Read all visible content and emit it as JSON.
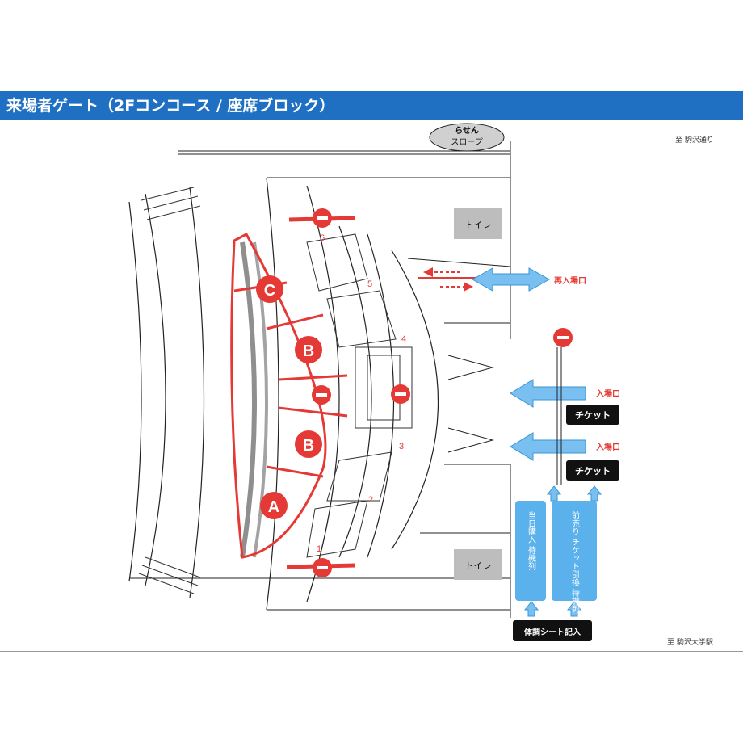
{
  "header": {
    "title": "来場者ゲート（2Fコンコース / 座席ブロック）"
  },
  "directions": {
    "top": "至 駒沢通り",
    "bottom": "至 駒沢大学駅"
  },
  "slope": {
    "line1": "らせん",
    "line2": "スロープ"
  },
  "toilet_top": "トイレ",
  "toilet_bottom": "トイレ",
  "reentry_label": "再入場口",
  "entrance_1_label": "入場口",
  "entrance_2_label": "入場口",
  "ticket_1": "チケット",
  "ticket_2": "チケット",
  "queue_same_day": "当日購入 待機列",
  "queue_presale": "前売り チケット引換 待機列",
  "health_sheet": "体調シート記入",
  "blocks": [
    "C",
    "B",
    "B",
    "A"
  ],
  "gate_numbers": [
    "6",
    "5",
    "4",
    "3",
    "2",
    "1"
  ],
  "colors": {
    "accent": "#e53935",
    "header": "#1f6fc2",
    "queue": "#5ab1ec",
    "arrow": "#79bff0"
  }
}
